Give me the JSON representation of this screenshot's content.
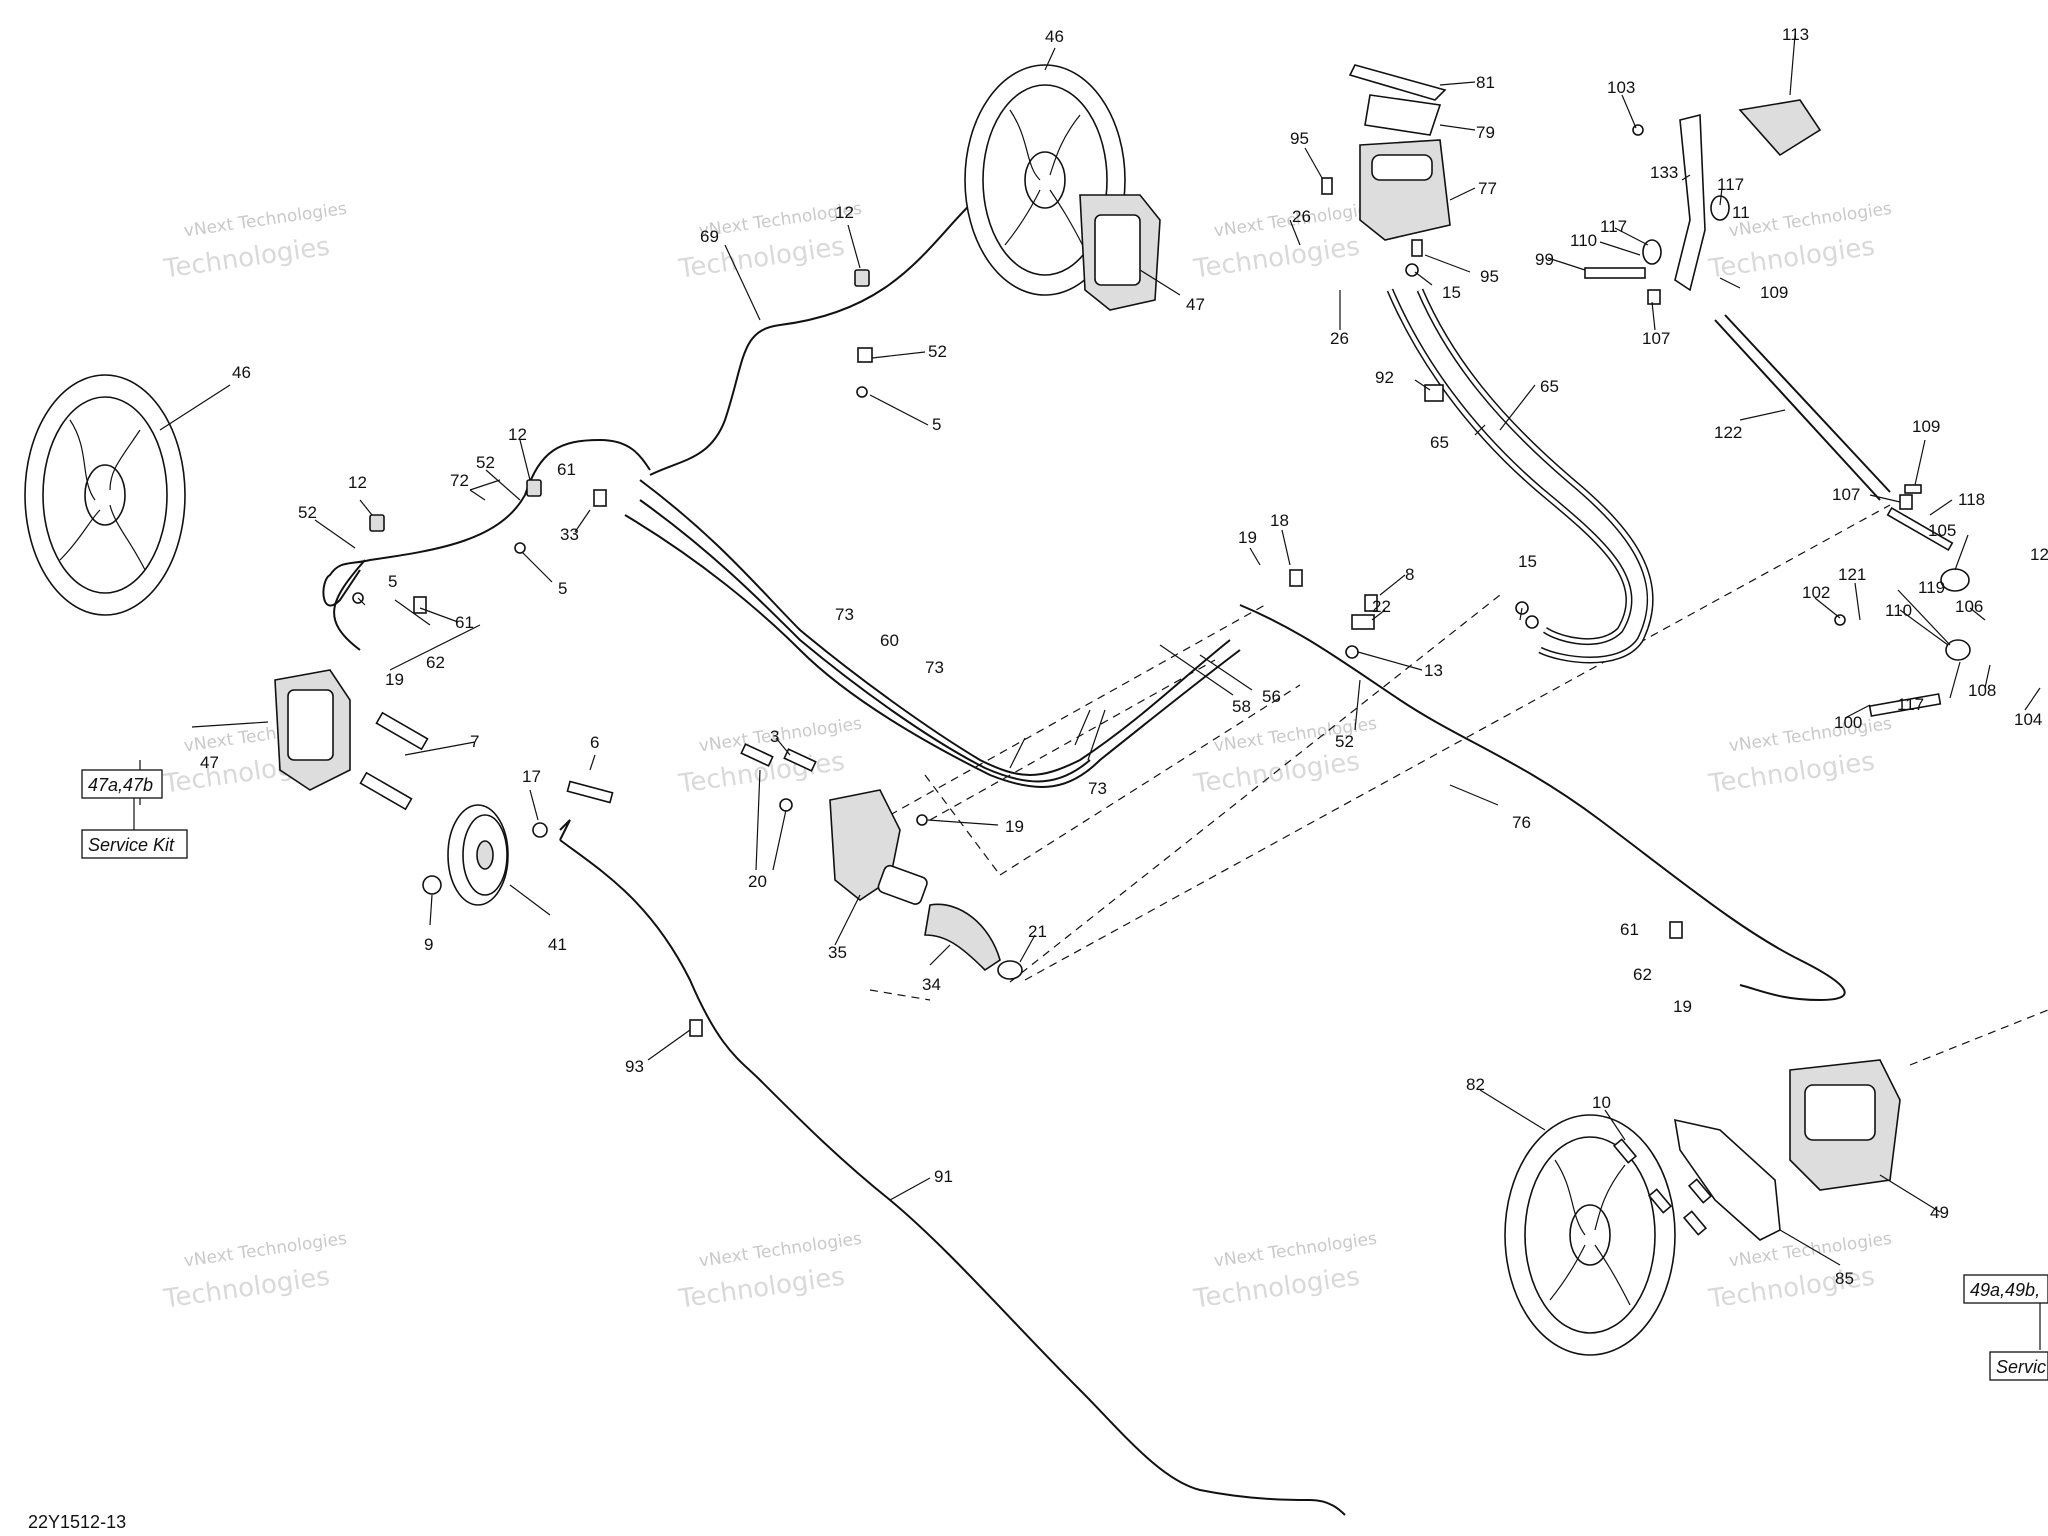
{
  "diagram_code": "22Y1512-13",
  "watermark": {
    "line1": "vNext Technologies",
    "line2": "Technologies"
  },
  "boxes": {
    "front_left_kit": "47a,47b",
    "front_left_service": "Service Kit",
    "rear_kit": "49a,49b,",
    "rear_service": "Servic"
  },
  "callouts": {
    "c46a": "46",
    "c46b": "46",
    "c47a": "47",
    "c47b": "47",
    "c69": "69",
    "c12a": "12",
    "c12b": "12",
    "c12c": "12",
    "c52a": "52",
    "c52b": "52",
    "c52c": "52",
    "c52d": "52",
    "c5a": "5",
    "c5b": "5",
    "c5c": "5",
    "c72": "72",
    "c61a": "61",
    "c61b": "61",
    "c61c": "61",
    "c33": "33",
    "c62a": "62",
    "c62b": "62",
    "c19a": "19",
    "c19b": "19",
    "c19c": "19",
    "c19d": "19",
    "c7": "7",
    "c6": "6",
    "c17": "17",
    "c9": "9",
    "c41": "41",
    "c3": "3",
    "c20": "20",
    "c35": "35",
    "c34": "34",
    "c21": "21",
    "c73a": "73",
    "c73b": "73",
    "c73c": "73",
    "c60": "60",
    "c18": "18",
    "c8": "8",
    "c22": "22",
    "c13": "13",
    "c56": "56",
    "c58": "58",
    "c76": "76",
    "c93": "93",
    "c91": "91",
    "c81": "81",
    "c79": "79",
    "c77": "77",
    "c95a": "95",
    "c95b": "95",
    "c26a": "26",
    "c26b": "26",
    "c15a": "15",
    "c15b": "15",
    "c92": "92",
    "c65a": "65",
    "c65b": "65",
    "c113": "113",
    "c103": "103",
    "c133": "133",
    "c117a": "117",
    "c117b": "117",
    "c117c": "117",
    "c110a": "110",
    "c110b": "110",
    "c11": "11",
    "c99": "99",
    "c107a": "107",
    "c107b": "107",
    "c109a": "109",
    "c109b": "109",
    "c122": "122",
    "c118": "118",
    "c105": "105",
    "c12x": "12",
    "c121": "121",
    "c119": "119",
    "c102": "102",
    "c106": "106",
    "c108": "108",
    "c104": "104",
    "c100": "100",
    "c82": "82",
    "c10": "10",
    "c49": "49",
    "c85": "85"
  }
}
